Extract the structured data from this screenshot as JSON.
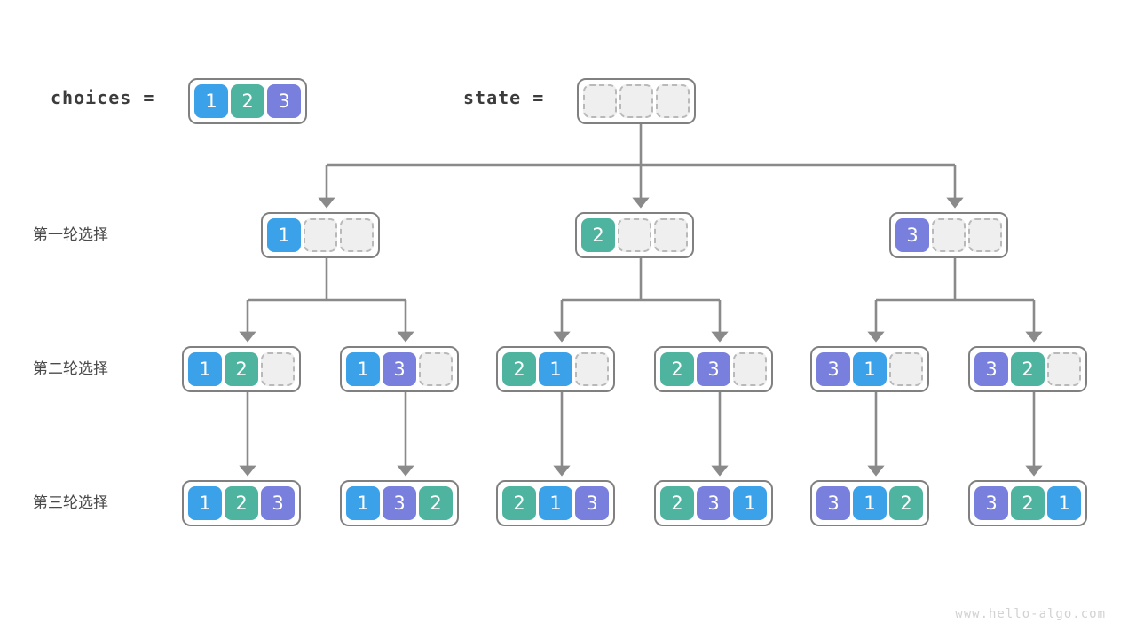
{
  "colors": {
    "blue": "#3ba1e8",
    "teal": "#4eb4a0",
    "purple": "#787fdd",
    "empty_fill": "#efefef",
    "empty_border": "#b9b9b9",
    "box_border": "#808080",
    "wire": "#8a8a8a",
    "text": "#3f3f3f",
    "watermark": "#d2d2d2"
  },
  "header": {
    "choices_label": "choices =",
    "state_label": "state =",
    "choices_values": [
      "1",
      "2",
      "3"
    ],
    "state_values": [
      "",
      "",
      ""
    ]
  },
  "row_labels": {
    "round1": "第一轮选择",
    "round2": "第二轮选择",
    "round3": "第三轮选择"
  },
  "levels": [
    {
      "name": "round1",
      "label": "第一轮选择",
      "nodes": [
        {
          "values": [
            "1",
            "",
            ""
          ]
        },
        {
          "values": [
            "2",
            "",
            ""
          ]
        },
        {
          "values": [
            "3",
            "",
            ""
          ]
        }
      ]
    },
    {
      "name": "round2",
      "label": "第二轮选择",
      "nodes": [
        {
          "values": [
            "1",
            "2",
            ""
          ]
        },
        {
          "values": [
            "1",
            "3",
            ""
          ]
        },
        {
          "values": [
            "2",
            "1",
            ""
          ]
        },
        {
          "values": [
            "2",
            "3",
            ""
          ]
        },
        {
          "values": [
            "3",
            "1",
            ""
          ]
        },
        {
          "values": [
            "3",
            "2",
            ""
          ]
        }
      ]
    },
    {
      "name": "round3",
      "label": "第三轮选择",
      "nodes": [
        {
          "values": [
            "1",
            "2",
            "3"
          ]
        },
        {
          "values": [
            "1",
            "3",
            "2"
          ]
        },
        {
          "values": [
            "2",
            "1",
            "3"
          ]
        },
        {
          "values": [
            "2",
            "3",
            "1"
          ]
        },
        {
          "values": [
            "3",
            "1",
            "2"
          ]
        },
        {
          "values": [
            "3",
            "2",
            "1"
          ]
        }
      ]
    }
  ],
  "watermark": "www.hello-algo.com"
}
